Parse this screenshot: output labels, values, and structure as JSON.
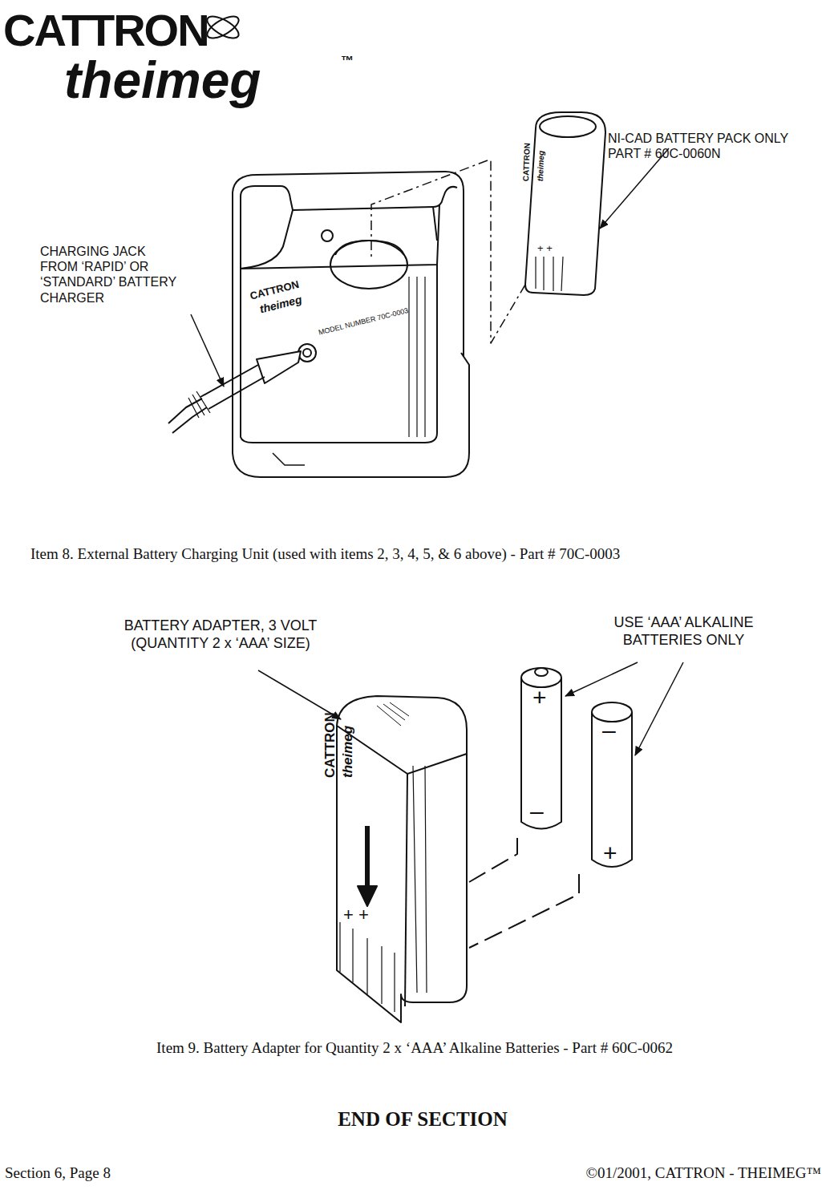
{
  "diagram": {
    "labels": [
      "CATTRON",
      "theimeg",
      "™",
      "NI-CAD BATTERY PACK ONLY PART #  60C-0060N",
      "CHARGING JACK FROM ‘RAPID’ OR ‘STANDARD’ BATTERY CHARGER",
      "CATTRON",
      "theimeg",
      "MODEL NUMBER 70C-0003",
      "CATTRON",
      "theimeg",
      "+ +",
      "Item 8.  External Battery Charging Unit (used with items 2, 3, 4, 5, & 6 above) - Part # 70C-0003",
      "BATTERY ADAPTER, 3 VOLT (QUANTITY  2 x ‘AAA’ SIZE)",
      "USE ‘AAA’ ALKALINE BATTERIES ONLY",
      "CATTRON",
      "theimeg",
      "+ +",
      "+",
      "–",
      "–",
      "+",
      "Item 9.  Battery Adapter for Quantity 2 x ‘AAA’ Alkaline Batteries - Part # 60C-0062",
      "END OF SECTION",
      "Section 6, Page 8",
      "©01/2001, CATTRON - THEIMEG™"
    ]
  }
}
